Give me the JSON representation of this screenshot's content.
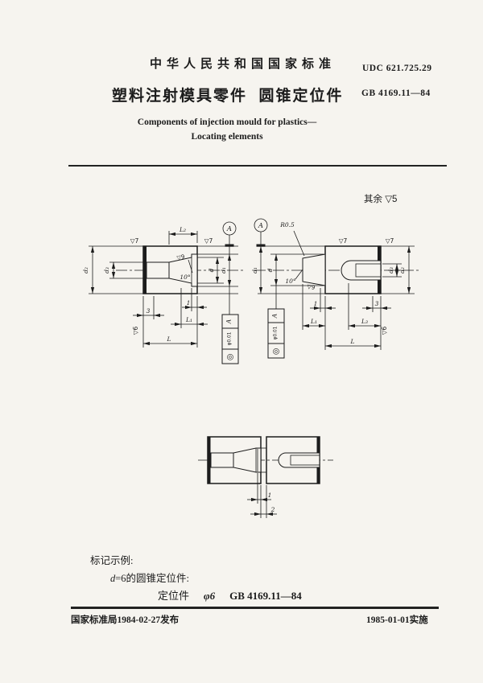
{
  "header": {
    "org": "中华人民共和国国家标准",
    "udc": "UDC 621.725.29",
    "title_cn": "塑料注射模具零件  圆锥定位件",
    "std_no": "GB 4169.11—84",
    "title_en1": "Components of injection mould for plastics—",
    "title_en2": "Locating elements"
  },
  "drawing": {
    "surface_note": "其余",
    "surface_value": "▽5",
    "dims": {
      "L": "L",
      "L1": "L₁",
      "L2": "L₂",
      "L3": "L₃",
      "d": "d",
      "d1": "d₁",
      "d2": "d₂",
      "d3": "d₃",
      "n1": "1",
      "n2": "2",
      "n3": "3",
      "angle": "10°",
      "radius": "R0.5",
      "fin6": "▽6",
      "fin7": "▽7",
      "fin9": "▽9",
      "datum": "A",
      "tolerance": "φ0.01",
      "concentricity": "◎"
    }
  },
  "marking": {
    "title": "标记示例:",
    "example_prefix": "d",
    "example_rest": "=6的圆锥定位件:",
    "designation_name": "定位件",
    "designation_size": "φ6",
    "designation_std": "GB 4169.11—84"
  },
  "footer": {
    "issued": "国家标准局1984-02-27发布",
    "effective": "1985-01-01实施"
  }
}
